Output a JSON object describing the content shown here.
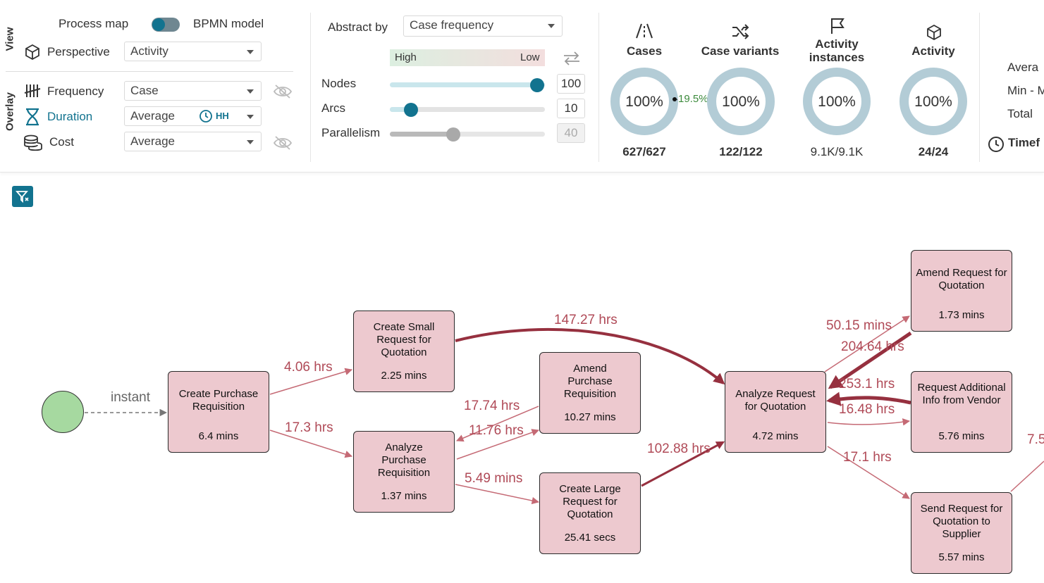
{
  "view": {
    "section_view": "View",
    "section_overlay": "Overlay",
    "toggle_left": "Process map",
    "toggle_right": "BPMN model",
    "perspective_label": "Perspective",
    "perspective_value": "Activity",
    "frequency_label": "Frequency",
    "frequency_value": "Case",
    "duration_label": "Duration",
    "duration_value": "Average",
    "duration_unit": "HH",
    "cost_label": "Cost",
    "cost_value": "Average"
  },
  "abstract": {
    "label": "Abstract by",
    "value": "Case frequency",
    "high": "High",
    "low": "Low",
    "nodes_label": "Nodes",
    "nodes_value": "100",
    "nodes_level": 1.0,
    "arcs_label": "Arcs",
    "arcs_value": "10",
    "arcs_level": 0.1,
    "parallelism_label": "Parallelism",
    "parallelism_value": "40",
    "parallelism_level": 0.4
  },
  "stats": {
    "cases": {
      "title": "Cases",
      "percent": "100%",
      "value": "627/627"
    },
    "variants": {
      "title": "Case variants",
      "percent": "100%",
      "value": "122/122"
    },
    "between": "19.5%",
    "instances": {
      "title_1": "Activity",
      "title_2": "instances",
      "percent": "100%",
      "value": "9.1K/9.1K"
    },
    "activity": {
      "title": "Activity",
      "percent": "100%",
      "value": "24/24"
    }
  },
  "metrics": {
    "average": "Avera",
    "minmax": "Min - M",
    "total": "Total",
    "timeframe": "Timef"
  },
  "map": {
    "start_edge": "instant",
    "nodes": {
      "create_pr": {
        "name": "Create Purchase Requisition",
        "duration": "6.4 mins"
      },
      "create_small": {
        "name": "Create Small Request for Quotation",
        "duration": "2.25 mins"
      },
      "analyze_pr": {
        "name": "Analyze Purchase Requisition",
        "duration": "1.37 mins"
      },
      "amend_pr": {
        "name": "Amend Purchase Requisition",
        "duration": "10.27 mins"
      },
      "create_large": {
        "name": "Create Large Request for Quotation",
        "duration": "25.41 secs"
      },
      "analyze_rfq": {
        "name": "Analyze Request for Quotation",
        "duration": "4.72 mins"
      },
      "amend_rfq": {
        "name": "Amend Request for Quotation",
        "duration": "1.73 mins"
      },
      "request_info": {
        "name": "Request Additional Info from Vendor",
        "duration": "5.76 mins"
      },
      "send_rfq": {
        "name": "Send Request for Quotation to Supplier",
        "duration": "5.57 mins"
      }
    },
    "edges": {
      "e1": "4.06 hrs",
      "e2": "17.3 hrs",
      "e3": "147.27 hrs",
      "e4": "17.74 hrs",
      "e5": "11.76 hrs",
      "e6": "5.49 mins",
      "e7": "102.88 hrs",
      "e8": "50.15 mins",
      "e9": "204.64 hrs",
      "e10": "253.1 hrs",
      "e11": "16.48 hrs",
      "e12": "17.1 hrs",
      "e13": "7.5"
    }
  }
}
